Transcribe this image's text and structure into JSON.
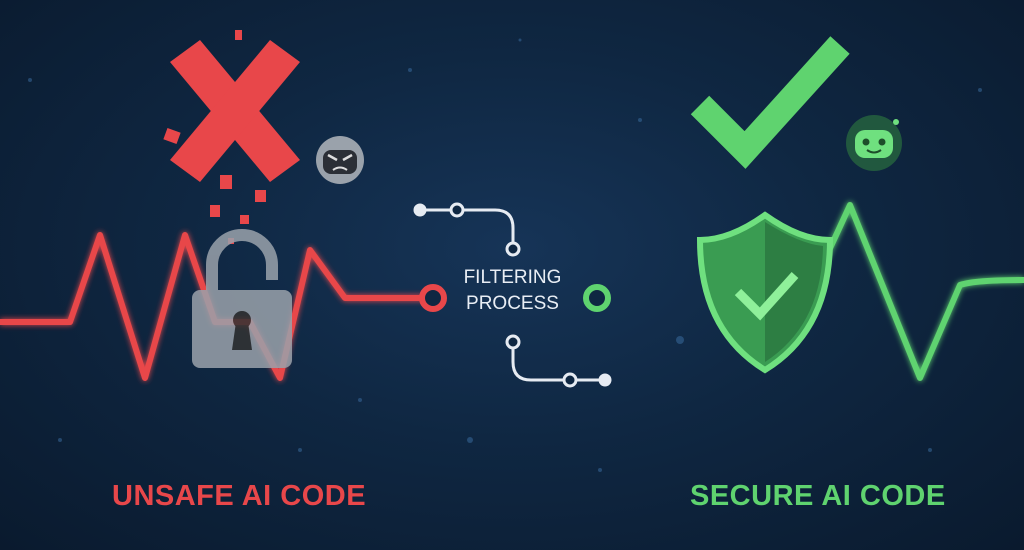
{
  "left": {
    "label": "UNSAFE AI CODE",
    "color": "#e8474a",
    "icons": [
      "x-mark-icon",
      "broken-lock-icon",
      "angry-robot-icon"
    ]
  },
  "center": {
    "line1": "FILTERING",
    "line2": "PROCESS"
  },
  "right": {
    "label": "SECURE AI CODE",
    "color": "#5fd36f",
    "icons": [
      "check-mark-icon",
      "shield-check-icon",
      "happy-robot-icon"
    ]
  }
}
